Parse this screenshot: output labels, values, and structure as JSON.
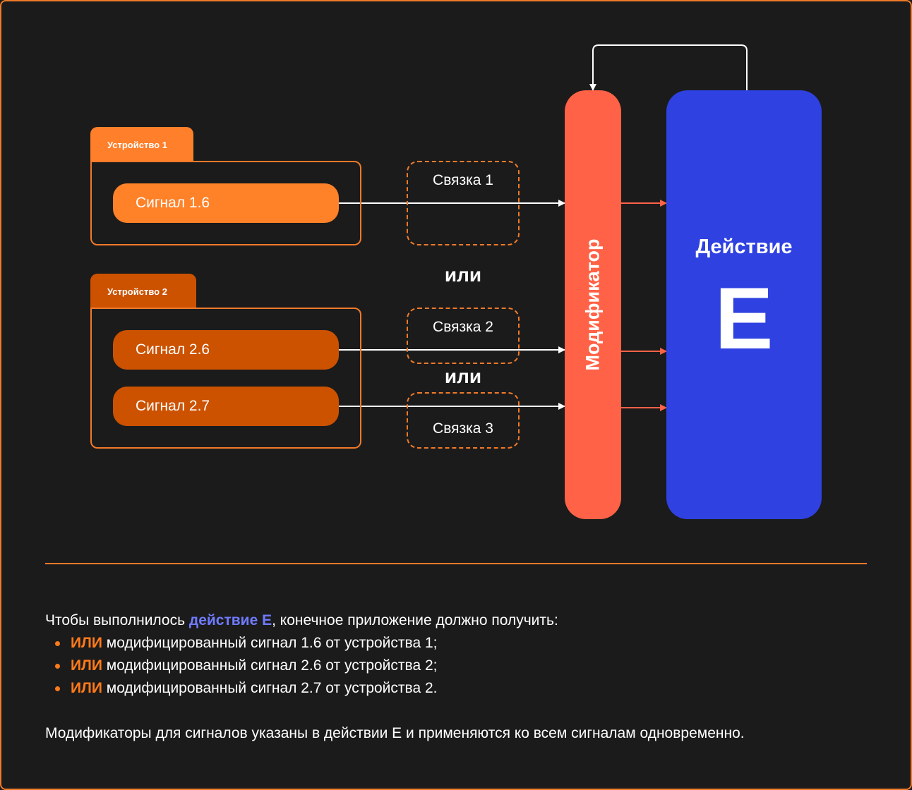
{
  "devices": [
    {
      "label": "Устройство 1"
    },
    {
      "label": "Устройство 2"
    }
  ],
  "signals": [
    {
      "label": "Сигнал 1.6"
    },
    {
      "label": "Сигнал 2.6"
    },
    {
      "label": "Сигнал 2.7"
    }
  ],
  "bindings": [
    {
      "label": "Связка 1"
    },
    {
      "label": "Связка 2"
    },
    {
      "label": "Связка 3"
    }
  ],
  "or_label": "или",
  "modifier": {
    "label": "Модификатор"
  },
  "action": {
    "title": "Действие",
    "letter": "E"
  },
  "explanation": {
    "intro_prefix": "Чтобы выполнилось ",
    "intro_highlight": "действие E",
    "intro_suffix": ", конечное приложение должно получить:",
    "conditions": [
      {
        "keyword": "ИЛИ",
        "text": " модифицированный сигнал 1.6 от устройства 1;"
      },
      {
        "keyword": "ИЛИ",
        "text": " модифицированный сигнал 2.6 от устройства 2;"
      },
      {
        "keyword": "ИЛИ",
        "text": " модифицированный сигнал 2.7 от устройства 2."
      }
    ],
    "footnote": "Модификаторы для сигналов указаны в действии E и применяются ко всем сигналам одновременно."
  },
  "colors": {
    "background": "#1b1b1b",
    "border_orange": "#f07a2a",
    "device1": "#ff8128",
    "device2": "#cc5200",
    "modifier": "#ff6247",
    "action": "#2f41e0",
    "accent_blue": "#6f7bff",
    "accent_orange": "#ff7a1a"
  }
}
